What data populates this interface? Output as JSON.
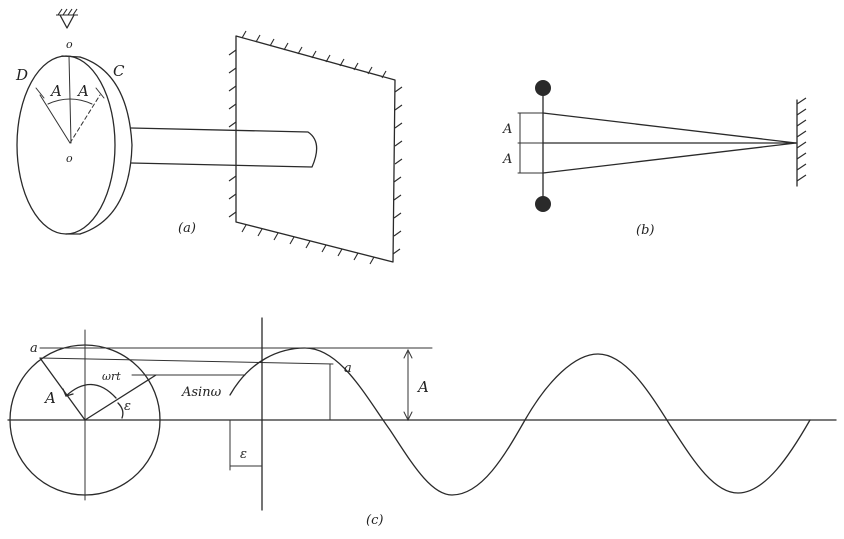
{
  "panel_a": {
    "caption": "(a)",
    "label_top_o": "o",
    "label_center_o": "o",
    "label_D": "D",
    "label_C": "C",
    "label_A_left": "A",
    "label_A_right": "A"
  },
  "panel_b": {
    "caption": "(b)",
    "label_A_upper": "A",
    "label_A_lower": "A"
  },
  "panel_c": {
    "caption": "(c)",
    "label_a_circle": "a",
    "label_a_wave": "a",
    "label_A_radius": "A",
    "label_omega_t": "ωrt",
    "label_epsilon_angle": "ε",
    "label_A_sin": "Asinω",
    "label_A_amplitude": "A",
    "label_epsilon_offset": "ε"
  }
}
